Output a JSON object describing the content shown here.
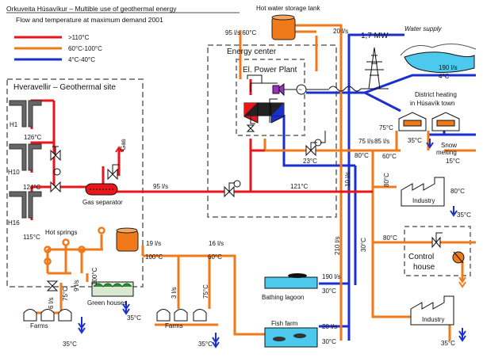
{
  "header": {
    "title": "Orkuveita Húsavíkur – Multible use of geothermal energy",
    "subtitle": "Flow and temperature at maximum demand 2001"
  },
  "legend": [
    {
      "label": ">110°C",
      "color": "#e8151b"
    },
    {
      "label": "60°C-100°C",
      "color": "#f07a1a"
    },
    {
      "label": "4°C-40°C",
      "color": "#1a2fd0"
    }
  ],
  "colors": {
    "hot": "#e8151b",
    "warm": "#f07a1a",
    "cold": "#1a2fd0",
    "frame": "#8a8a8a"
  },
  "areas": {
    "geothermal_site": "Hveravellir – Geothermal site",
    "energy_center": "Energy center",
    "power_plant": "El. Power Plant",
    "district_heating_line1": "District heating",
    "district_heating_line2": "in Húsavík town",
    "control_house_line1": "Control",
    "control_house_line2": "house"
  },
  "facilities": {
    "hot_water_tank": "Hot water storage tank",
    "water_supply": "Water supply",
    "power_output": "1,7 MW",
    "gas_separator": "Gas separator",
    "gas": "Gas",
    "hot_springs": "Hot springs",
    "green_houses": "Green houses",
    "farms_left": "Farms",
    "farms_mid": "Farms",
    "bathing_lagoon": "Bathing lagoon",
    "fish_farm": "Fish farm",
    "industry_upper": "Industry",
    "industry_lower": "Industry",
    "snow_melting_line1": "Snow",
    "snow_melting_line2": "melting"
  },
  "wells": [
    {
      "id": "H1",
      "temp": "126°C"
    },
    {
      "id": "H10",
      "temp": "124°C"
    },
    {
      "id": "H16",
      "temp": "115°C"
    }
  ],
  "readings": {
    "tank_flow": "95 l/s 60°C",
    "tank_out": "20 l/s",
    "water_supply_flow": "190 l/s",
    "water_supply_temp": "4°C",
    "main_flow": "95 l/s",
    "main_temp": "121°C",
    "plant_out_temp": "23°C",
    "dh_temp": "75°C",
    "dh_return": "35°C",
    "flow_75": "75 l/s",
    "flow_85": "85 l/s",
    "temp_80": "80°C",
    "temp_60": "60°C",
    "snow_temp": "15°C",
    "flow_10": "10 l/s",
    "ind_temp_in": "80°C",
    "ind_temp_out": "80°C",
    "ind_return": "35°C",
    "ctrl_temp": "80°C",
    "flow_210": "210 l/s",
    "temp_30": "30°C",
    "flow_19": "19 l/s",
    "temp_100": "100°C",
    "flow_16": "16 l/s",
    "temp_60b": "60°C",
    "flow_9": "9 l/s",
    "gh_temp": "100°C",
    "gh_out": "35°C",
    "farm_flow_6": "6 l/s",
    "farm_temp_75": "75°C",
    "farm_flow_3": "3 l/s",
    "farm_temp_75b": "75°C",
    "farm_left_out": "35°C",
    "farm_mid_out": "35°C",
    "lagoon_flow": "190 l/s",
    "lagoon_temp": "30°C",
    "fish_flow": "20 l/s",
    "fish_temp": "30°C",
    "ind_lower_out": "35°C"
  }
}
